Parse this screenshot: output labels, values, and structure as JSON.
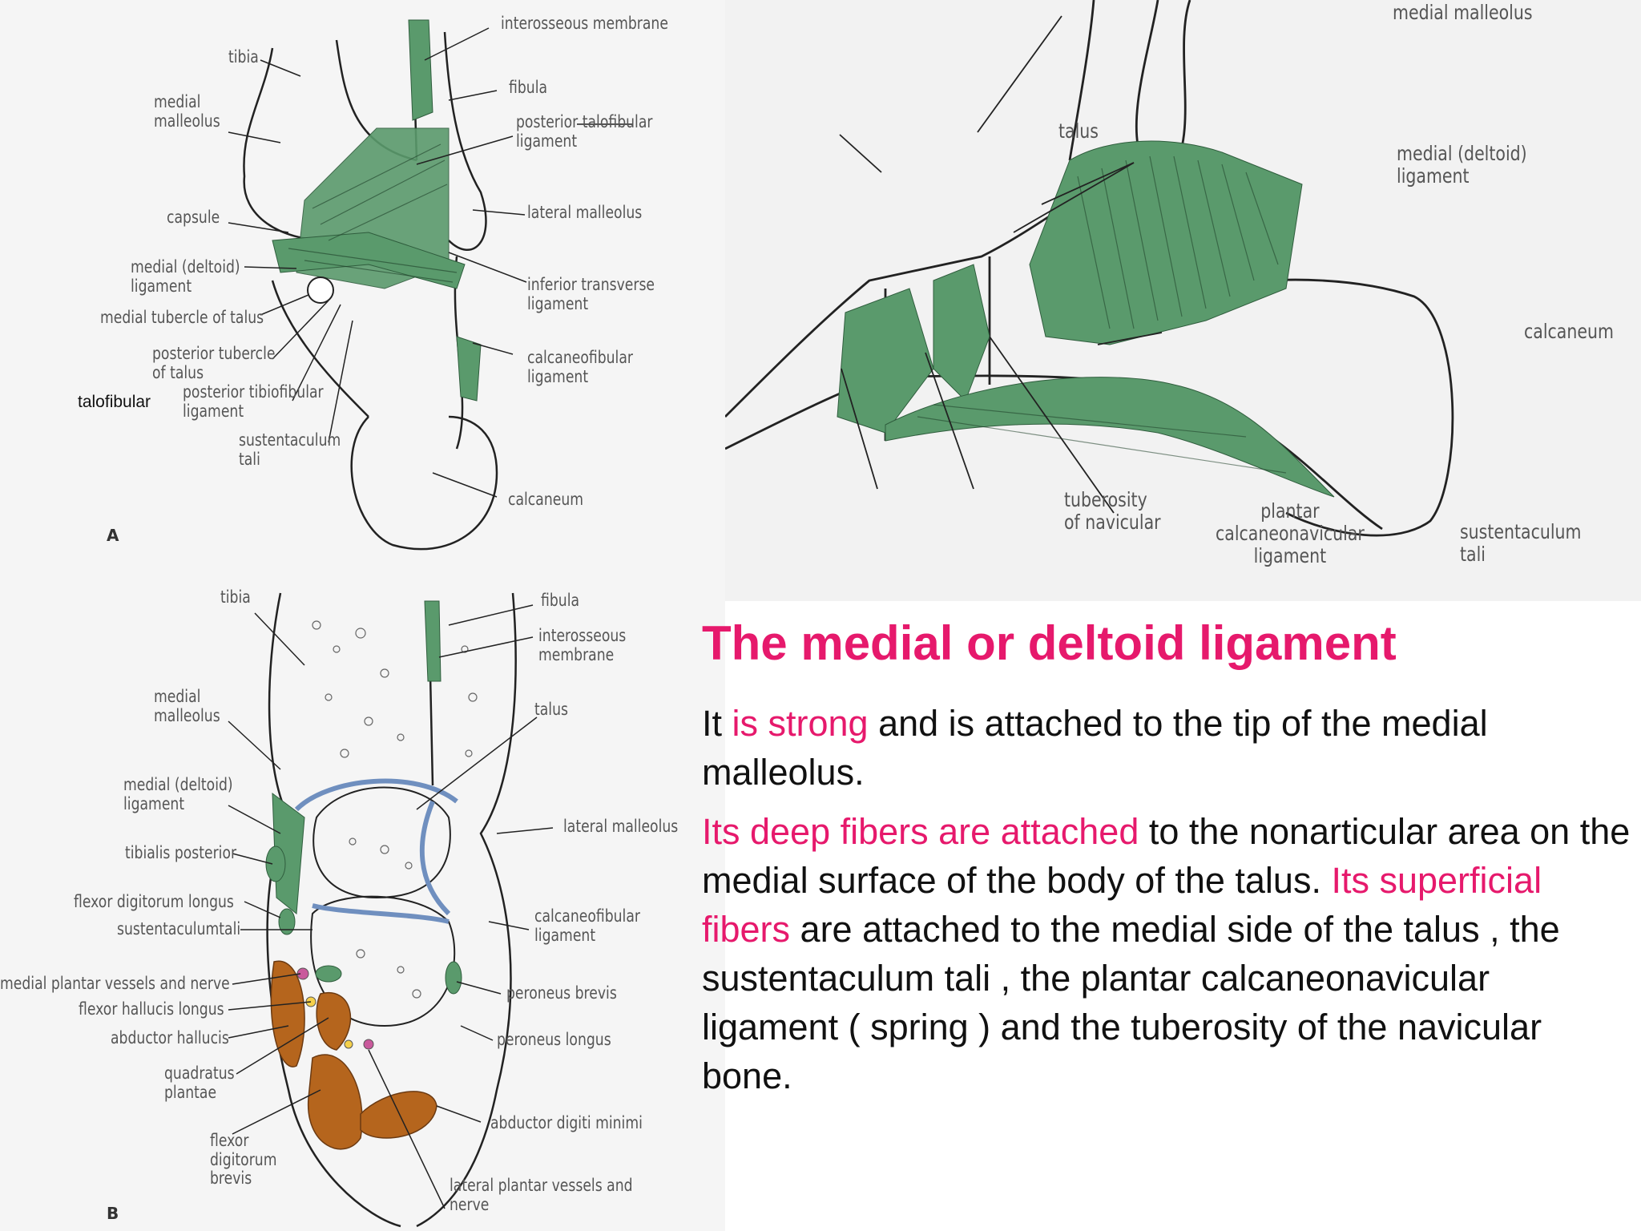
{
  "figure_a": {
    "letter": "A",
    "labels": {
      "tibia": "tibia",
      "medial_malleolus": "medial\nmalleolus",
      "capsule": "capsule",
      "medial_deltoid_ligament": "medial (deltoid)\nligament",
      "medial_tubercle_of_talus": "medial tubercle of talus",
      "posterior_tubercle_of_talus": "posterior tubercle\nof talus",
      "posterior_tibiofibular_ligament": "posterior tibiofibular\nligament",
      "sustentaculum_tali": "sustentaculum\ntali",
      "interosseous_membrane": "interosseous membrane",
      "fibula": "fibula",
      "posterior_talofibular_ligament": "posterior talofibular\nligament",
      "lateral_malleolus": "lateral malleolus",
      "inferior_transverse_ligament": "inferior transverse\nligament",
      "calcaneofibular_ligament": "calcaneofibular ligament",
      "calcaneum": "calcaneum"
    },
    "annotations": {
      "tibiofibular": "tibiofibular",
      "talofibular": "talofibular"
    }
  },
  "figure_b": {
    "letter": "B",
    "labels": {
      "tibia": "tibia",
      "medial_malleolus": "medial\nmalleolus",
      "medial_deltoid_ligament": "medial (deltoid)\nligament",
      "tibialis_posterior": "tibialis posterior",
      "flexor_digitorum_longus": "flexor digitorum longus",
      "sustentaculum_tali": "sustentaculumtali",
      "medial_plantar_vessels_and_nerve": "medial plantar vessels and nerve",
      "flexor_hallucis_longus": "flexor hallucis longus",
      "abductor_hallucis": "abductor hallucis",
      "quadratus_plantae": "quadratus\nplantae",
      "flexor_digitorum_brevis": "flexor\ndigitorum\nbrevis",
      "fibula": "fibula",
      "interosseous_membrane": "interosseous membrane",
      "talus": "talus",
      "lateral_malleolus": "lateral malleolus",
      "calcaneofibular_ligament": "calcaneofibular\nligament",
      "peroneus_brevis": "peroneus brevis",
      "peroneus_longus": "peroneus longus",
      "abductor_digiti_minimi": "abductor digiti minimi",
      "lateral_plantar_vessels_and_nerve": "lateral plantar vessels and\nnerve"
    }
  },
  "figure_c": {
    "labels": {
      "medial_malleolus": "medial malleolus",
      "talus": "talus",
      "medial_deltoid_ligament": "medial (deltoid)\nligament",
      "calcaneum": "calcaneum",
      "tuberosity_of_navicular": "tuberosity\nof navicular",
      "plantar_calcaneonavicular_ligament": "plantar\ncalcaneonavicular\nligament",
      "sustentaculum_tali": "sustentaculum\ntali"
    }
  },
  "slide": {
    "title": "The medial or deltoid ligament",
    "p1": {
      "s1": "It ",
      "s2": "is strong",
      "s3": " and is attached to the tip of the medial malleolus."
    },
    "p2": {
      "s1": "Its deep fibers are attached",
      "s2": " to the nonarticular area on the medial surface of the body of the talus. ",
      "s3": "Its superficial fibers",
      "s4": " are  attached to the medial side of the talus , the sustentaculum tali , the plantar calcaneonavicular ligament ( spring ) and the tuberosity of the navicular bone."
    }
  },
  "colors": {
    "accent": "#e6196c",
    "ligament_green": "#5a9a6c",
    "muscle_brown": "#b5651d",
    "cartilage_blue": "#6f8fbf"
  }
}
